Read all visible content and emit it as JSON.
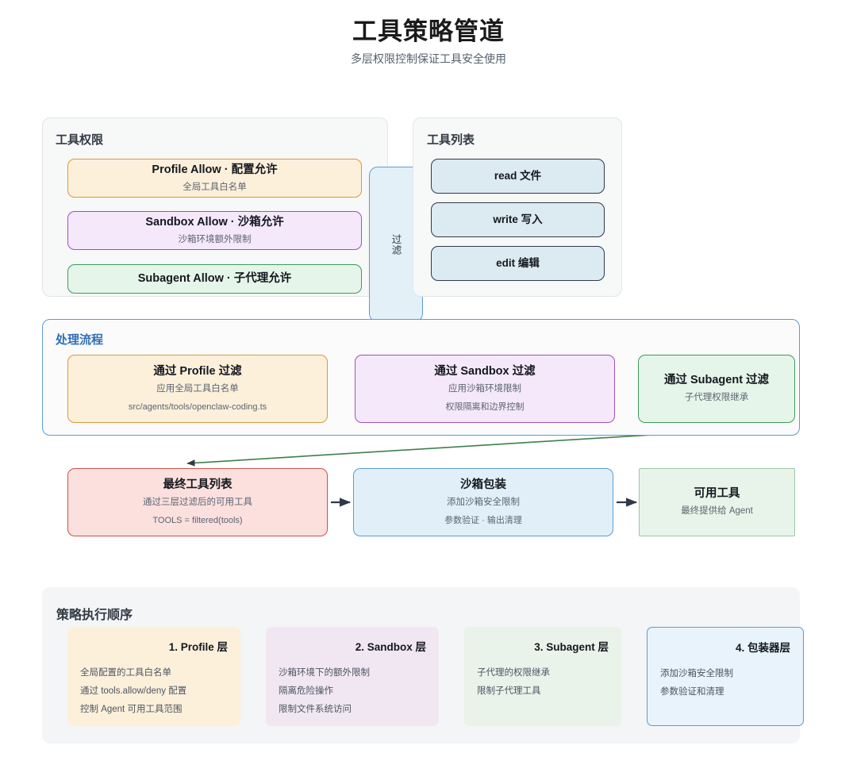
{
  "header": {
    "title": "工具策略管道",
    "subtitle": "多层权限控制保证工具安全使用"
  },
  "permissions_panel": {
    "label": "工具权限",
    "cards": [
      {
        "title": "Profile Allow · 配置允许",
        "subtitle": "全局工具白名单"
      },
      {
        "title": "Sandbox Allow · 沙箱允许",
        "subtitle": "沙箱环境额外限制"
      },
      {
        "title": "Subagent Allow · 子代理允许",
        "subtitle": ""
      }
    ]
  },
  "filter_connector": {
    "label": "过滤"
  },
  "tools_panel": {
    "label": "工具列表",
    "items": [
      {
        "title": "read 文件"
      },
      {
        "title": "write 写入"
      },
      {
        "title": "edit 编辑"
      }
    ]
  },
  "process_panel": {
    "label": "处理流程",
    "steps": [
      {
        "title": "通过 Profile 过滤",
        "subtitle": "应用全局工具白名单",
        "detail": "src/agents/tools/openclaw-coding.ts"
      },
      {
        "title": "通过 Sandbox 过滤",
        "subtitle": "应用沙箱环境限制",
        "detail": "权限隔离和边界控制"
      },
      {
        "title": "通过 Subagent 过滤",
        "subtitle": "子代理权限继承",
        "detail": ""
      }
    ]
  },
  "output_row": [
    {
      "title": "最终工具列表",
      "subtitle": "通过三层过滤后的可用工具",
      "detail": "TOOLS = filtered(tools)"
    },
    {
      "title": "沙箱包装",
      "subtitle": "添加沙箱安全限制",
      "detail": "参数验证 · 输出清理"
    },
    {
      "title": "可用工具",
      "subtitle": "最终提供给 Agent",
      "detail": ""
    }
  ],
  "summary_panel": {
    "label": "策略执行顺序",
    "cards": [
      {
        "title": "1. Profile 层",
        "lines": [
          "全局配置的工具白名单",
          "通过 tools.allow/deny 配置",
          "控制 Agent 可用工具范围"
        ]
      },
      {
        "title": "2. Sandbox 层",
        "lines": [
          "沙箱环境下的额外限制",
          "隔离危险操作",
          "限制文件系统访问"
        ]
      },
      {
        "title": "3. Subagent 层",
        "lines": [
          "子代理的权限继承",
          "限制子代理工具"
        ]
      },
      {
        "title": "4. 包装器层",
        "lines": [
          "添加沙箱安全限制",
          "参数验证和清理"
        ]
      }
    ]
  },
  "colors": {
    "amber": "#d79a3a",
    "purple": "#9b51c4",
    "green": "#3f9a5a",
    "red": "#c9544b",
    "blue": "#5b9bd5",
    "arrow_dark": "#2e3a4a",
    "heading_blue": "#2f6fb5"
  }
}
